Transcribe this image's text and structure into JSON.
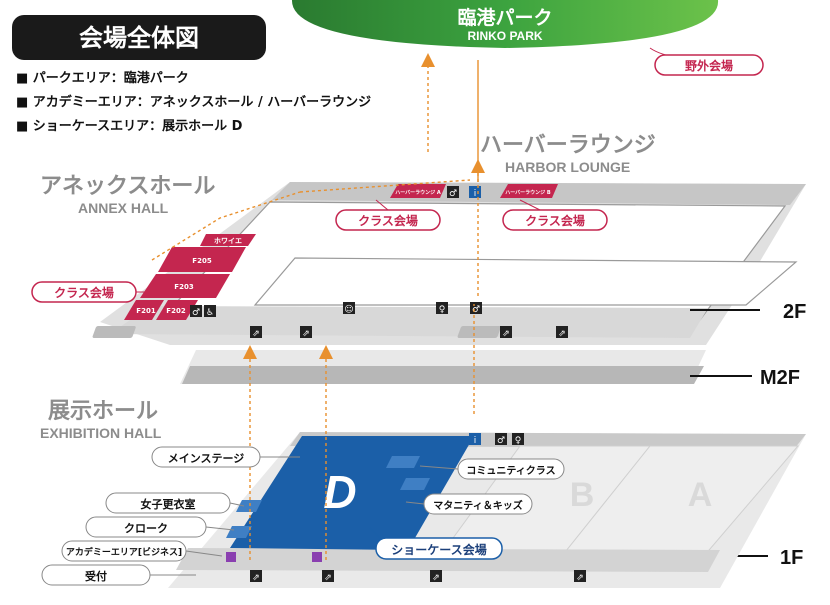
{
  "title": "会場全体図",
  "legend": [
    "■ パークエリア：臨港パーク",
    "■ アカデミーエリア：アネックスホール / ハーバーラウンジ",
    "■ ショーケースエリア：展示ホール D"
  ],
  "park": {
    "name_ja": "臨港パーク",
    "name_en": "RINKO PARK",
    "outdoor_label": "野外会場"
  },
  "harbor_lounge": {
    "name_ja": "ハーバーラウンジ",
    "name_en": "HARBOR LOUNGE",
    "room_a": "ハーバーラウンジ A",
    "room_b": "ハーバーラウンジ B"
  },
  "annex_hall": {
    "name_ja": "アネックスホール",
    "name_en": "ANNEX HALL",
    "rooms": [
      "ホワイエ",
      "F205",
      "F203",
      "F201",
      "F202"
    ]
  },
  "class_venue_label": "クラス会場",
  "floors": {
    "f2": "2F",
    "m2f": "M2F",
    "f1": "1F"
  },
  "exhibition_hall": {
    "name_ja": "展示ホール",
    "name_en": "EXHIBITION HALL",
    "hall_d": "D",
    "hall_b": "B",
    "hall_a": "A"
  },
  "callouts": {
    "main_stage": "メインステージ",
    "womens_changing": "女子更衣室",
    "cloak": "クローク",
    "academy_business": "アカデミーエリア[ビジネス]",
    "reception": "受付",
    "community": "コミュニティクラス",
    "maternity": "マタニティ＆キッズ",
    "showcase": "ショーケース会場"
  },
  "colors": {
    "park_green": "#2e8b3a",
    "class_magenta": "#c4264f",
    "hall_d_blue": "#1b5fa8",
    "route_orange": "#e8902e",
    "title_bg": "#1a1a1a"
  },
  "icons": [
    "escalator-icon",
    "restroom-icon",
    "accessible-icon",
    "info-icon",
    "baby-room-icon",
    "staircase-icon"
  ]
}
